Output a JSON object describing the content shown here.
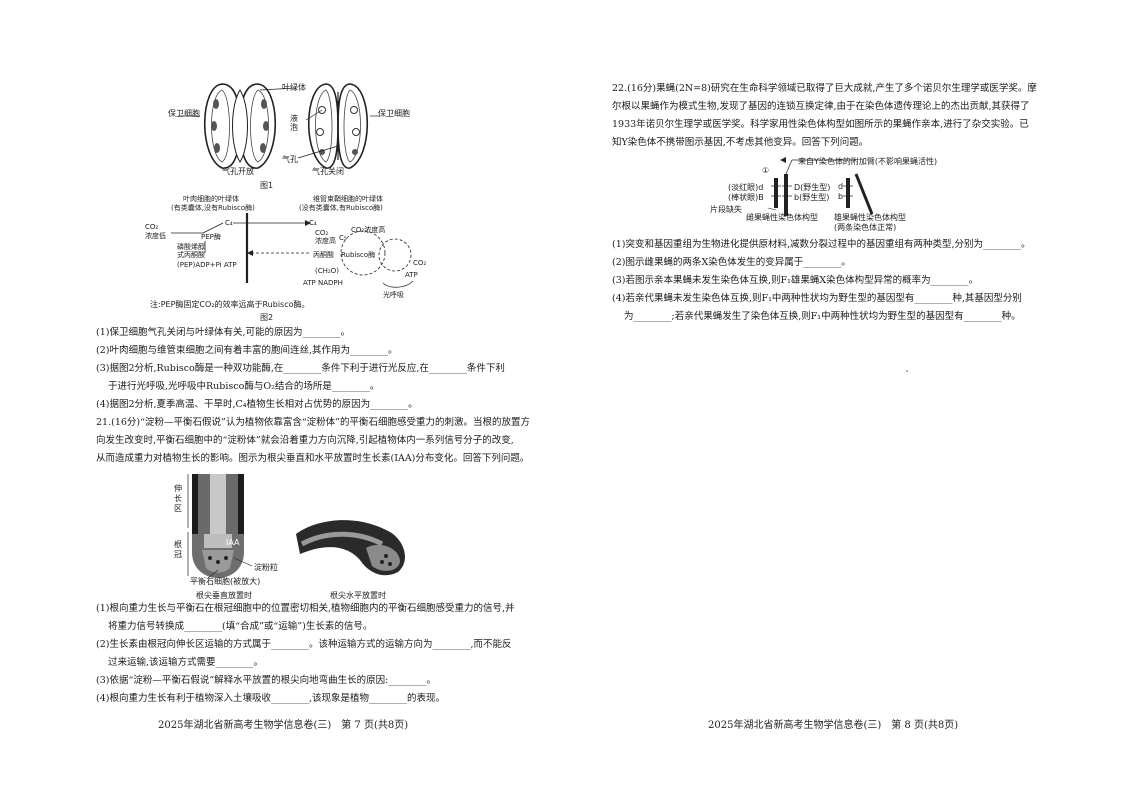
{
  "left": {
    "fig1": {
      "label_guard_left": "保卫细胞",
      "label_guard_right": "保卫细胞",
      "label_chloroplast": "叶绿体",
      "label_vacuole": "液泡",
      "label_stoma": "气孔",
      "label_open": "气孔开放",
      "label_closed": "气孔关闭",
      "caption": "图1"
    },
    "fig2": {
      "note": "注:PEP酶固定CO₂的效率远高于Rubisco酶。",
      "caption": "图2"
    },
    "q20": [
      "(1)保卫细胞气孔关闭与叶绿体有关,可能的原因为________。",
      "(2)叶肉细胞与维管束细胞之间有着丰富的胞间连丝,其作用为________。",
      "(3)据图2分析,Rubisco酶是一种双功能酶,在________条件下利于进行光反应,在________条件下利",
      "于进行光呼吸,光呼吸中Rubisco酶与O₂结合的场所是________。",
      "(4)据图2分析,夏季高温、干旱时,C₄植物生长相对占优势的原因为________。"
    ],
    "q21_stem": [
      "21.(16分)“淀粉—平衡石假说”认为植物依靠富含“淀粉体”的平衡石细胞感受重力的刺激。当根的放置方",
      "向发生改变时,平衡石细胞中的“淀粉体”就会沿着重力方向沉降,引起植物体内一系列信号分子的改变,",
      "从而造成重力对植物生长的影响。图示为根尖垂直和水平放置时生长素(IAA)分布变化。回答下列问题。"
    ],
    "fig3": {
      "label_elongation": "伸长区",
      "label_rootcap": "根冠",
      "label_iaa": "IAA",
      "label_starch": "淀粉粒",
      "label_statocyte": "平衡石细胞(被放大)",
      "label_vertical": "根尖垂直放置时",
      "label_horizontal": "根尖水平放置时"
    },
    "q21": [
      "(1)根向重力生长与平衡石在根冠细胞中的位置密切相关,植物细胞内的平衡石细胞感受重力的信号,并",
      "将重力信号转换成________(填“合成”或“运输”)生长素的信号。",
      "(2)生长素由根冠向伸长区运输的方式属于________。该种运输方式的运输方向为________,而不能反",
      "过来运输,该运输方式需要________。",
      "(3)依据“淀粉—平衡石假说”解释水平放置的根尖向地弯曲生长的原因:________。",
      "(4)根向重力生长有利于植物深入土壤吸收________,该现象是植物________的表现。"
    ],
    "footer": "2025年湖北省新高考生物学信息卷(三)　第 7 页(共8页)"
  },
  "right": {
    "q22_stem": [
      "22.(16分)果蝇(2N=8)研究在生命科学领域已取得了巨大成就,产生了多个诺贝尔生理学或医学奖。摩",
      "尔根以果蝇作为模式生物,发现了基因的连锁互换定律,由于在染色体遗传理论上的杰出贡献,其获得了",
      "1933年诺贝尔生理学或医学奖。科学家用性染色体构型如图所示的果蝇作亲本,进行了杂交实验。已",
      "知Y染色体不携带图示基因,不考虑其他变异。回答下列问题。"
    ],
    "fig4": {
      "label_attached_y": "来自Y染色体的附加臂(不影响果蝇活性)",
      "label_circle1": "①",
      "label_d_light": "(淡红眼)d",
      "label_b_bar": "(棒状眼)B",
      "label_d_wild": "D(野生型)",
      "label_b_wild": "b(野生型)",
      "label_deletion": "片段缺失",
      "label_female": "雌果蝇性染色体构型",
      "label_male": "雄果蝇性染色体构型",
      "label_male_sub": "(两条染色体正常)",
      "label_d": "d",
      "label_b": "b"
    },
    "q22": [
      "(1)突变和基因重组为生物进化提供原材料,减数分裂过程中的基因重组有两种类型,分别为________。",
      "(2)图示雌果蝇的两条X染色体发生的变异属于________。",
      "(3)若图示亲本果蝇未发生染色体互换,则F₁雄果蝇X染色体构型异常的概率为________。",
      "(4)若亲代果蝇未发生染色体互换,则F₁中两种性状均为野生型的基因型有________种,其基因型分别",
      "为________;若亲代果蝇发生了染色体互换,则F₁中两种性状均为野生型的基因型有________种。"
    ],
    "footer": "2025年湖北省新高考生物学信息卷(三)　第 8 页(共8页)"
  }
}
